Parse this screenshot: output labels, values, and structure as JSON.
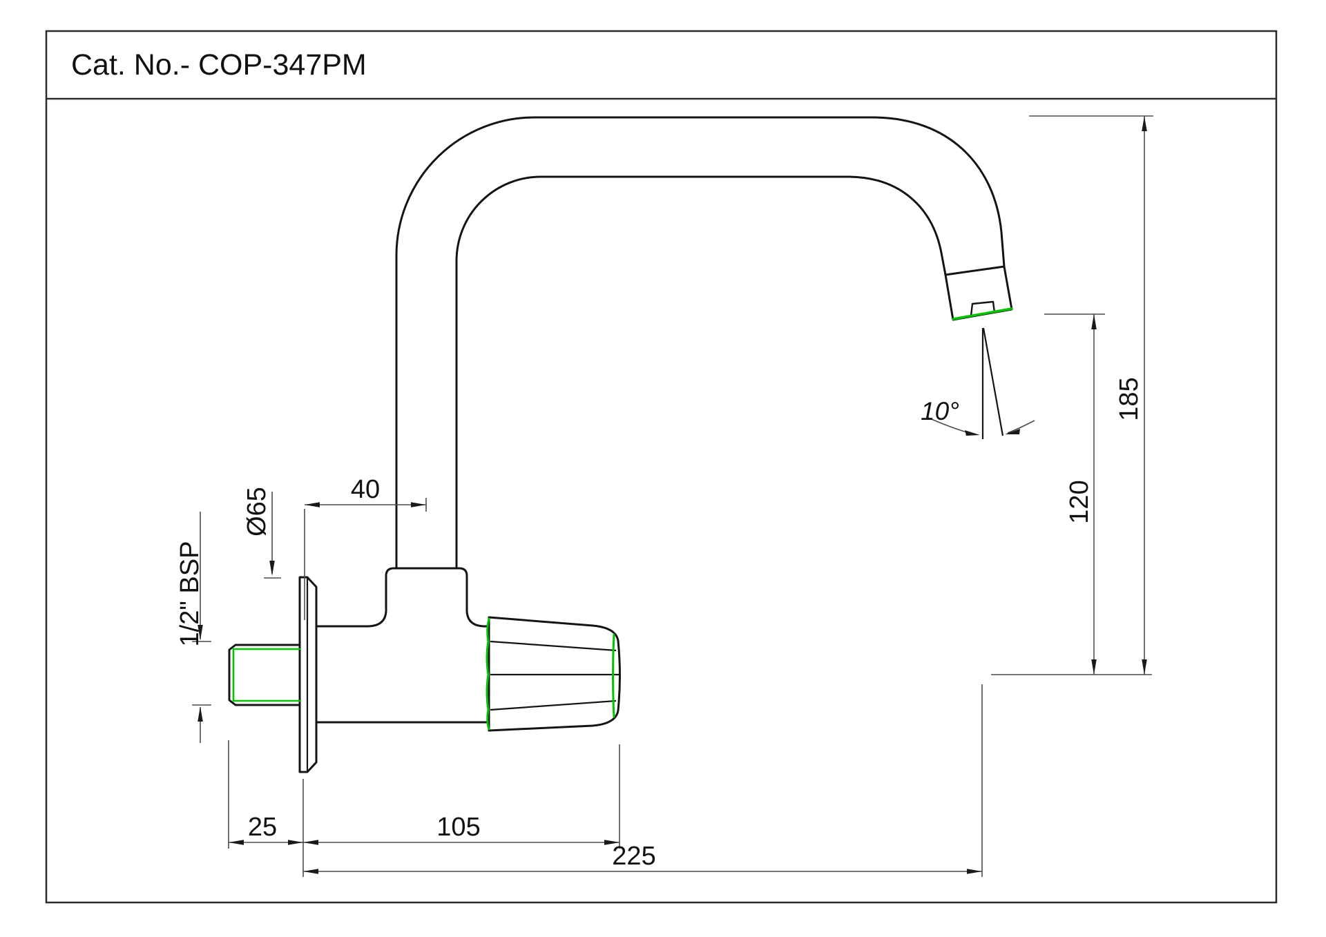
{
  "title_block": {
    "title": "Cat. No.- COP-347PM"
  },
  "annotations": {
    "wall_to_spout_axis": "40",
    "flange_diameter": "Ø65",
    "inlet_thread_size": "1/2\" BSP",
    "thread_length": "25",
    "wall_to_handle_end": "105",
    "spout_reach": "225",
    "outlet_angle": "10°",
    "outlet_height": "120",
    "overall_height": "185"
  },
  "colors": {
    "object_line": "#141414",
    "dimension_line": "#4d4d4d",
    "highlight": "#00c400",
    "paper": "#ffffff"
  }
}
